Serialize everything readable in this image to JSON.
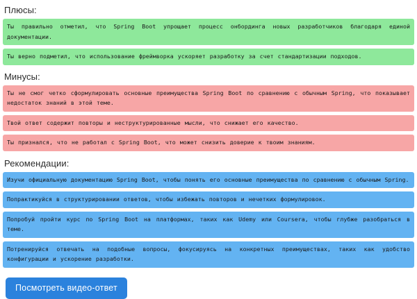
{
  "sections": [
    {
      "key": "pros",
      "heading": "Плюсы:",
      "tone": "pro",
      "items": [
        "Ты правильно отметил, что Spring Boot упрощает процесс онбординга новых разработчиков благодаря единой документации.",
        "Ты верно подметил, что использование фреймворка ускоряет разработку за счет стандартизации подходов."
      ]
    },
    {
      "key": "cons",
      "heading": "Минусы:",
      "tone": "con",
      "items": [
        "Ты не смог четко сформулировать основные преимущества Spring Boot по сравнению с обычным Spring, что показывает недостаток знаний в этой теме.",
        "Твой ответ содержит повторы и неструктурированные мысли, что снижает его качество.",
        "Ты признался, что не работал с Spring Boot, что может снизить доверие к твоим знаниям."
      ]
    },
    {
      "key": "recommendations",
      "heading": "Рекомендации:",
      "tone": "rec",
      "items": [
        "Изучи официальную документацию Spring Boot, чтобы понять его основные преимущества по сравнению с обычным Spring.",
        "Попрактикуйся в структурировании ответов, чтобы избежать повторов и нечетких формулировок.",
        "Попробуй пройти курс по Spring Boot на платформах, таких как Udemy или Coursera, чтобы глубже разобраться в теме.",
        "Потренируйся отвечать на подобные вопросы, фокусируясь на конкретных преимуществах, таких как удобство конфигурации и ускорение разработки."
      ]
    }
  ],
  "cta": {
    "label": "Посмотреть видео-ответ"
  },
  "colors": {
    "pro_background": "#8ee89b",
    "con_background": "#f7a6a6",
    "rec_background": "#63b3f2",
    "cta_background": "#2b82dd",
    "cta_text": "#ffffff",
    "heading_text": "#2b2b2b",
    "body_text": "#1a1a1a",
    "page_background": "#ffffff"
  }
}
